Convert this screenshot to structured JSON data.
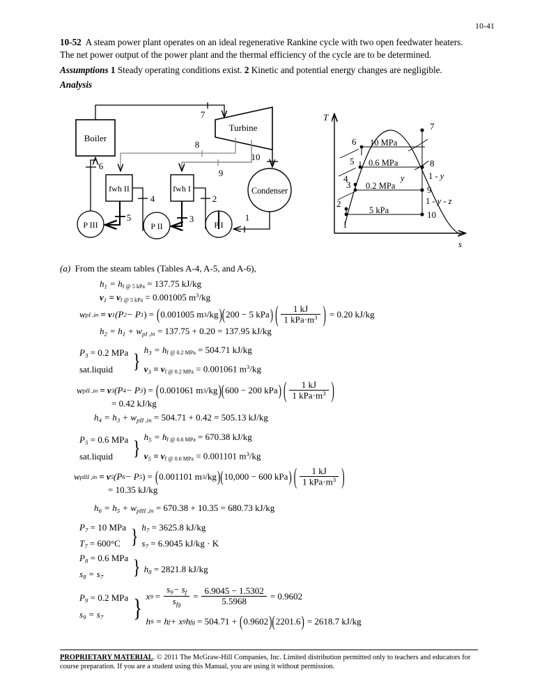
{
  "header": {
    "page_number": "10-41"
  },
  "problem": {
    "number": "10-52",
    "statement": "A steam power plant operates on an ideal regenerative Rankine cycle with two open feedwater heaters. The net power output of the power plant and the thermal efficiency of the cycle are to be determined.",
    "assumptions_label": "Assumptions",
    "assumption_1_num": "1",
    "assumption_1": "Steady operating conditions exist.",
    "assumption_2_num": "2",
    "assumption_2": "Kinetic and potential energy changes are negligible.",
    "analysis_label": "Analysis"
  },
  "schematic": {
    "boiler": "Boiler",
    "turbine": "Turbine",
    "condenser": "Condenser",
    "fwh2": "fwh II",
    "fwh1": "fwh I",
    "pump3": "P III",
    "pump2": "P II",
    "pump1": "P I",
    "state_labels": [
      "1",
      "2",
      "3",
      "4",
      "5",
      "6",
      "7",
      "8",
      "9",
      "10"
    ]
  },
  "ts_diagram": {
    "axis_y": "T",
    "axis_x": "s",
    "pressure_labels": [
      "10 MPa",
      "0.6 MPa",
      "0.2 MPa",
      "5 kPa"
    ],
    "fraction_labels": [
      "y",
      "1 - y",
      "1 - y - z"
    ],
    "state_labels": [
      "1",
      "2",
      "3",
      "4",
      "5",
      "6",
      "7",
      "8",
      "9",
      "10"
    ]
  },
  "solution": {
    "part_a_label": "(a)",
    "part_a_text": "From the steam tables (Tables A-4, A-5, and A-6),",
    "eq1": {
      "h1_lhs": "h",
      "h1_sub": "1",
      "h1_eq": "= h",
      "h1_ref": "f @ 5 kPa",
      "h1_val": "= 137.75 kJ/kg",
      "v1_lhs": "v",
      "v1_sub": "1",
      "v1_eq": "= v",
      "v1_ref": "f @ 5 kPa",
      "v1_val": "= 0.001005",
      "v1_unit_m": "m",
      "v1_unit_sup": "3",
      "v1_unit_kg": "/kg",
      "wp1_lhs": "w",
      "wp1_sub": "pI ,in",
      "wp1_eq1": "= v",
      "wp1_sub1": "1",
      "wp1_paren": "(P",
      "wp1_s2": "2",
      "wp1_minus": "− P",
      "wp1_s1": "1",
      "wp1_close": ")",
      "wp1_eq2": "=",
      "wp1_val1": "0.001005",
      "wp1_m": "m",
      "wp1_m_sup": "3",
      "wp1_kg": "/kg",
      "wp1_val2": "200 − 5",
      "wp1_kpa": "kPa",
      "wp1_frac_num": "1 kJ",
      "wp1_frac_den_a": "1 kPa",
      "wp1_frac_den_dot": "·",
      "wp1_frac_den_b": "m",
      "wp1_frac_den_sup": "3",
      "wp1_result": "= 0.20 kJ/kg",
      "h2_lhs": "h",
      "h2_sub": "2",
      "h2_eq": "= h",
      "h2_s1": "1",
      "h2_plus": "+ w",
      "h2_wsub": "pI ,in",
      "h2_val": "= 137.75 + 0.20 = 137.95 kJ/kg"
    },
    "eq2": {
      "p3": "P",
      "p3_sub": "3",
      "p3_val": "= 0.2 MPa",
      "satliquid": "sat.liquid",
      "h3": "h",
      "h3_sub": "3",
      "h3_eq": "= h",
      "h3_ref": "f @ 0.2 MPa",
      "h3_val": "= 504.71 kJ/kg",
      "v3": "v",
      "v3_sub": "3",
      "v3_eq": "= v",
      "v3_ref": "f @ 0.2 MPa",
      "v3_val": "= 0.001061",
      "v3_m": "m",
      "v3_sup": "3",
      "v3_kg": "/kg",
      "wp2_lhs": "w",
      "wp2_sub": "pII ,in",
      "wp2_eq1": "= v",
      "wp2_s3": "3",
      "wp2_paren": "(P",
      "wp2_s4": "4",
      "wp2_minus": "− P",
      "wp2_s3b": "3",
      "wp2_close": ")",
      "wp2_eq2": "=",
      "wp2_val1": "0.001061",
      "wp2_m": "m",
      "wp2_m_sup": "3",
      "wp2_kg": "/kg",
      "wp2_val2": "600 − 200 kPa",
      "wp2_frac_num": "1 kJ",
      "wp2_frac_den_a": "1 kPa",
      "wp2_frac_den_dot": "·",
      "wp2_frac_den_b": "m",
      "wp2_frac_den_sup": "3",
      "wp2_result": "= 0.42 kJ/kg"
    },
    "eq3": {
      "h4_lhs": "h",
      "h4_sub": "4",
      "h4_eq": "= h",
      "h4_s3": "3",
      "h4_plus": "+ w",
      "h4_wsub": "pII ,in",
      "h4_val": "= 504.71 + 0.42 = 505.13 kJ/kg",
      "p5": "P",
      "p5_sub": "5",
      "p5_val": "= 0.6 MPa",
      "satliquid": "sat.liquid",
      "h5": "h",
      "h5_sub": "5",
      "h5_eq": "= h",
      "h5_ref": "f @ 0.6 MPa",
      "h5_val": "= 670.38 kJ/kg",
      "v5": "v",
      "v5_sub": "5",
      "v5_eq": "= v",
      "v5_ref": "f @ 0.6 MPa",
      "v5_val": "= 0.001101",
      "v5_m": "m",
      "v5_sup": "3",
      "v5_kg": "/kg",
      "wp3_lhs": "w",
      "wp3_sub": "pIII ,in",
      "wp3_eq1": "= v",
      "wp3_s5": "5",
      "wp3_paren": "(P",
      "wp3_s6": "6",
      "wp3_minus": "− P",
      "wp3_s5b": "5",
      "wp3_close": ")",
      "wp3_eq2": "=",
      "wp3_val1": "0.001101",
      "wp3_m": "m",
      "wp3_m_sup": "3",
      "wp3_kg": "/kg",
      "wp3_val2": "10,000 − 600 kPa",
      "wp3_frac_num": "1 kJ",
      "wp3_frac_den_a": "1 kPa",
      "wp3_frac_den_dot": "·",
      "wp3_frac_den_b": "m",
      "wp3_frac_den_sup": "3",
      "wp3_result": "= 10.35 kJ/kg"
    },
    "eq4": {
      "h6_lhs": "h",
      "h6_sub": "6",
      "h6_eq": "= h",
      "h6_s5": "5",
      "h6_plus": "+ w",
      "h6_wsub": "pIII ,in",
      "h6_val": "= 670.38 + 10.35 = 680.73 kJ/kg",
      "p7": "P",
      "p7_sub": "7",
      "p7_val": "= 10 MPa",
      "t7": "T",
      "t7_sub": "7",
      "t7_val": "= 600°C",
      "h7": "h",
      "h7_sub": "7",
      "h7_val": "= 3625.8 kJ/kg",
      "s7": "s",
      "s7_sub": "7",
      "s7_val": "= 6.9045 kJ/kg · K"
    },
    "eq5": {
      "p8": "P",
      "p8_sub": "8",
      "p8_val": "= 0.6 MPa",
      "s8": "s",
      "s8_sub": "8",
      "s8_val": "= s",
      "s8_ref": "7",
      "h8": "h",
      "h8_sub": "8",
      "h8_val": "= 2821.8 kJ/kg"
    },
    "eq6": {
      "p9": "P",
      "p9_sub": "9",
      "p9_val": "= 0.2 MPa",
      "s9": "s",
      "s9_sub": "9",
      "s9_val": "= s",
      "s9_ref": "7",
      "x9": "x",
      "x9_sub": "9",
      "x9_eq": "=",
      "x9_num_s9": "s",
      "x9_num_s9sub": "9",
      "x9_num_minus": "− s",
      "x9_num_f": "f",
      "x9_den_s": "s",
      "x9_den_fg": "fg",
      "x9_eq2": "=",
      "x9_num2": "6.9045 − 1.5302",
      "x9_den2": "5.5968",
      "x9_result": "= 0.9602",
      "h9": "h",
      "h9_sub": "9",
      "h9_eq": "= h",
      "h9_f": "f",
      "h9_plus": "+ x",
      "h9_x9": "9",
      "h9_h": "h",
      "h9_fg": "fg",
      "h9_eq2": "= 504.71 +",
      "h9_p1": "0.9602",
      "h9_p2": "2201.6",
      "h9_result": "= 2618.7 kJ/kg"
    }
  },
  "footer": {
    "proprietary": "PROPRIETARY MATERIAL",
    "line1": ". © 2011 The McGraw-Hill Companies, Inc.  Limited distribution permitted only to teachers and educators for course",
    "line2": "preparation.  If you are a student using this Manual, you are using it without permission."
  }
}
